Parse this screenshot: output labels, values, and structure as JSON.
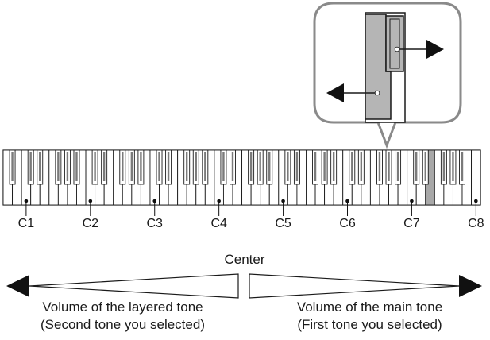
{
  "keyboard": {
    "octave_labels": [
      "C1",
      "C2",
      "C3",
      "C4",
      "C5",
      "C6",
      "C7",
      "C8"
    ],
    "split_point": "between C6 and C7"
  },
  "balance": {
    "center_label": "Center",
    "left_caption": {
      "line1": "Volume of the layered tone",
      "line2": "(Second tone you selected)"
    },
    "right_caption": {
      "line1": "Volume of the main tone",
      "line2": "(First tone you selected)"
    }
  },
  "colors": {
    "key_outline": "#1a1a1a",
    "highlight_key": "#a8a8a8",
    "callout_border": "#8a8a8a",
    "slider_fill": "#b5b5b5"
  }
}
